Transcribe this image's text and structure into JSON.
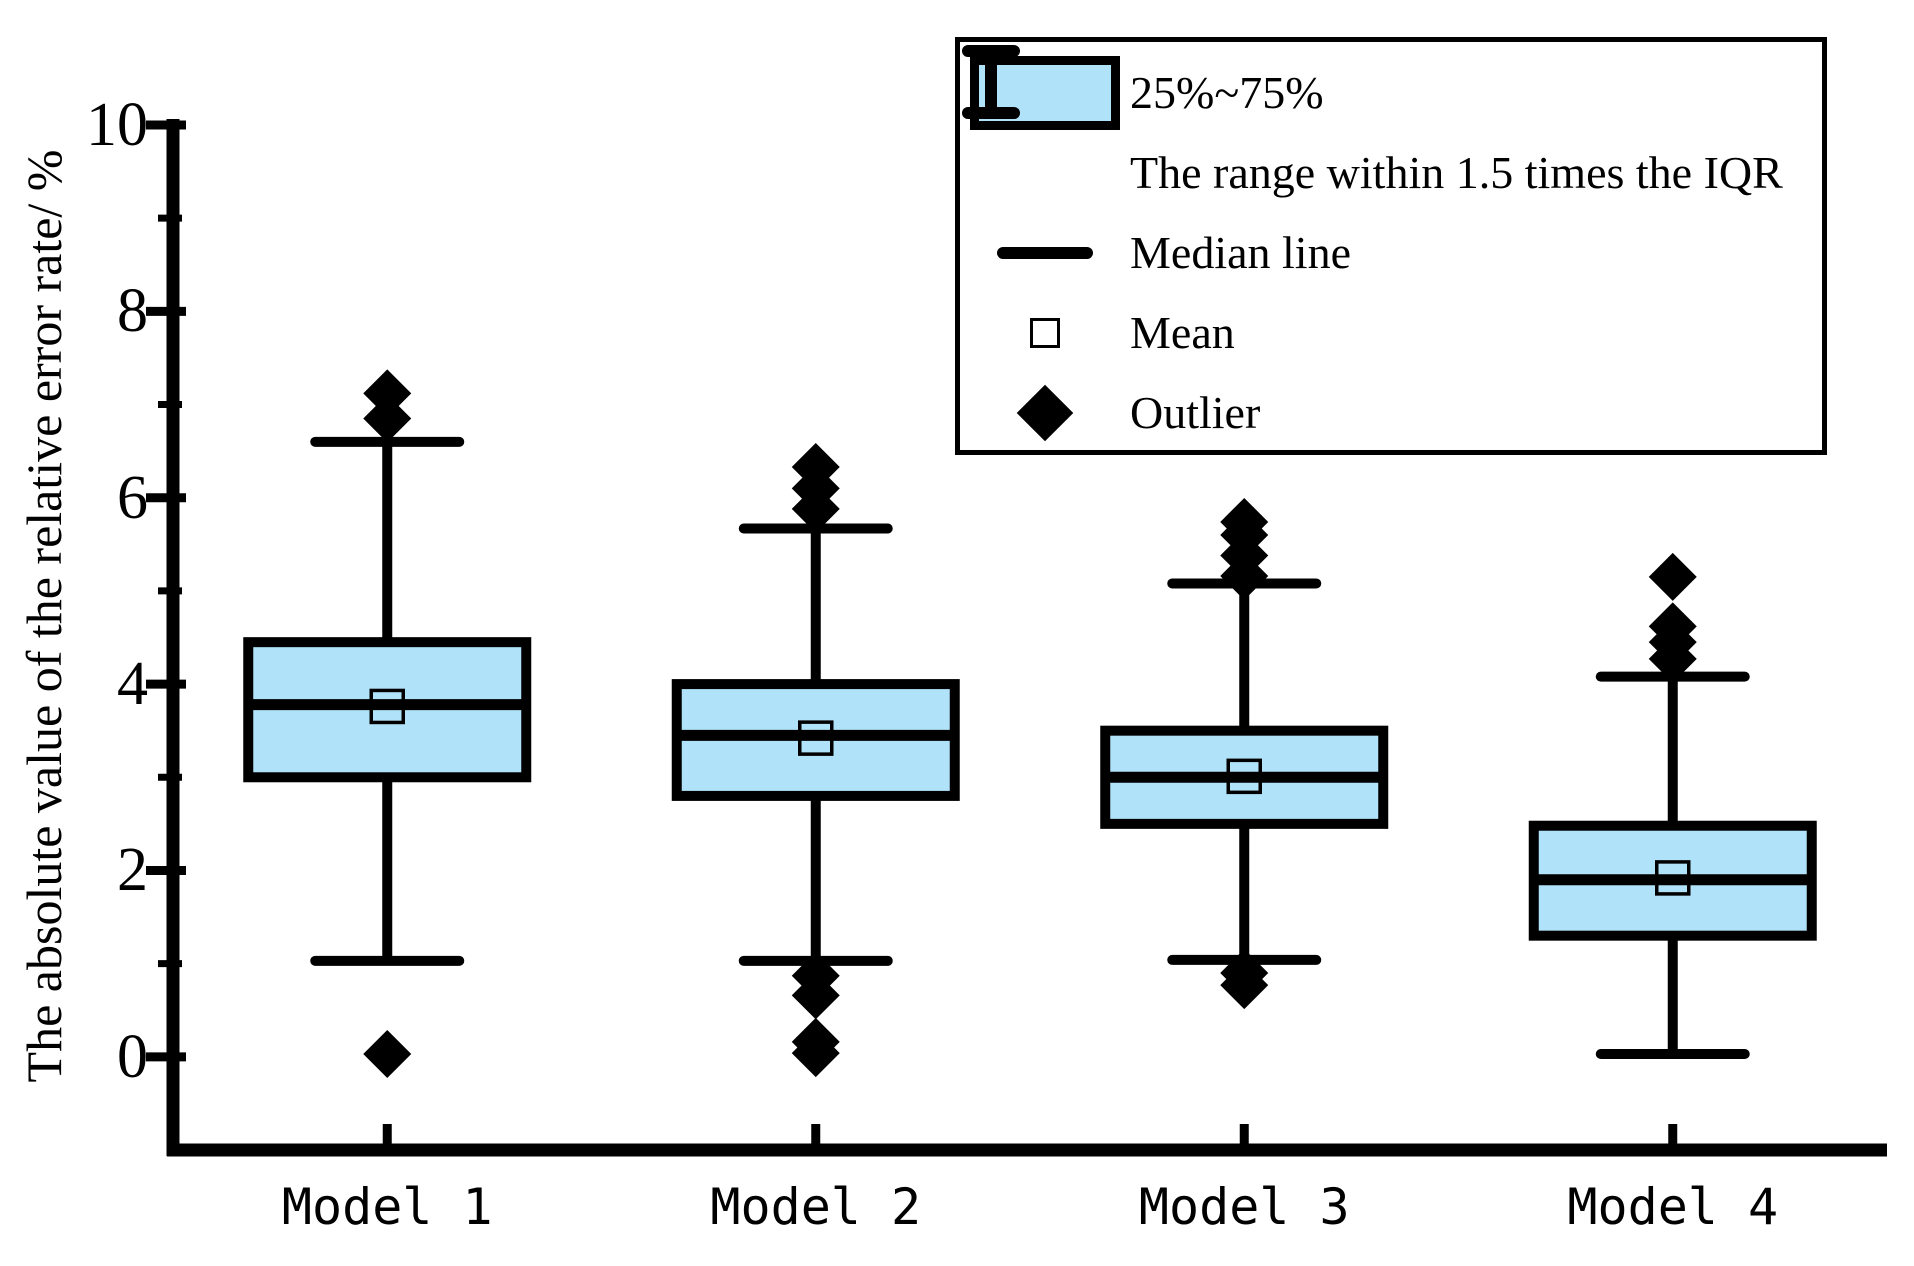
{
  "figure": {
    "background": "#FFFFFF"
  },
  "axes": {
    "y": {
      "title": "The absolute value of the relative error rate/ %",
      "tick_labels": [
        "10",
        "8",
        "6",
        "4",
        "2",
        "0"
      ],
      "tick_values": [
        10,
        8,
        6,
        4,
        2,
        0
      ],
      "minor_tick_values": [
        9,
        7,
        5,
        3,
        1
      ]
    },
    "x": {
      "title": ""
    }
  },
  "chart_data": {
    "type": "boxplot",
    "title": "",
    "xlabel": "",
    "ylabel": "The absolute value of the relative error rate/ %",
    "ylim": [
      -1,
      10
    ],
    "yticks": [
      0,
      2,
      4,
      6,
      8,
      10
    ],
    "grid": false,
    "legend_position": "top-right",
    "categories": [
      "Model 1",
      "Model 2",
      "Model 3",
      "Model 4"
    ],
    "series": [
      {
        "name": "Model 1",
        "q1": 3.0,
        "median": 3.78,
        "q3": 4.45,
        "mean": 3.76,
        "whisker_low": 1.03,
        "whisker_high": 6.6,
        "outliers": [
          7.12,
          6.85,
          0.03
        ]
      },
      {
        "name": "Model 2",
        "q1": 2.8,
        "median": 3.45,
        "q3": 4.0,
        "mean": 3.42,
        "whisker_low": 1.03,
        "whisker_high": 5.67,
        "outliers": [
          6.33,
          6.1,
          5.88,
          0.87,
          0.66,
          0.16,
          0.04
        ]
      },
      {
        "name": "Model 3",
        "q1": 2.5,
        "median": 3.0,
        "q3": 3.5,
        "mean": 3.01,
        "whisker_low": 1.04,
        "whisker_high": 5.08,
        "outliers": [
          5.74,
          5.6,
          5.38,
          5.16,
          0.9,
          0.77
        ]
      },
      {
        "name": "Model 4",
        "q1": 1.3,
        "median": 1.9,
        "q3": 2.48,
        "mean": 1.92,
        "whisker_low": 0.03,
        "whisker_high": 4.08,
        "outliers": [
          5.15,
          4.62,
          4.45,
          4.27
        ]
      }
    ]
  },
  "legend": {
    "items": [
      {
        "icon": "iqr-box-icon",
        "label": "25%~75%"
      },
      {
        "icon": "whisker-range-icon",
        "label": "The range within 1.5 times the IQR"
      },
      {
        "icon": "median-line-icon",
        "label": "Median line"
      },
      {
        "icon": "mean-square-icon",
        "label": "Mean"
      },
      {
        "icon": "outlier-diamond-icon",
        "label": "Outlier"
      }
    ]
  },
  "colors": {
    "box_fill": "#B0E2FA",
    "stroke": "#000000",
    "background": "#FFFFFF"
  }
}
